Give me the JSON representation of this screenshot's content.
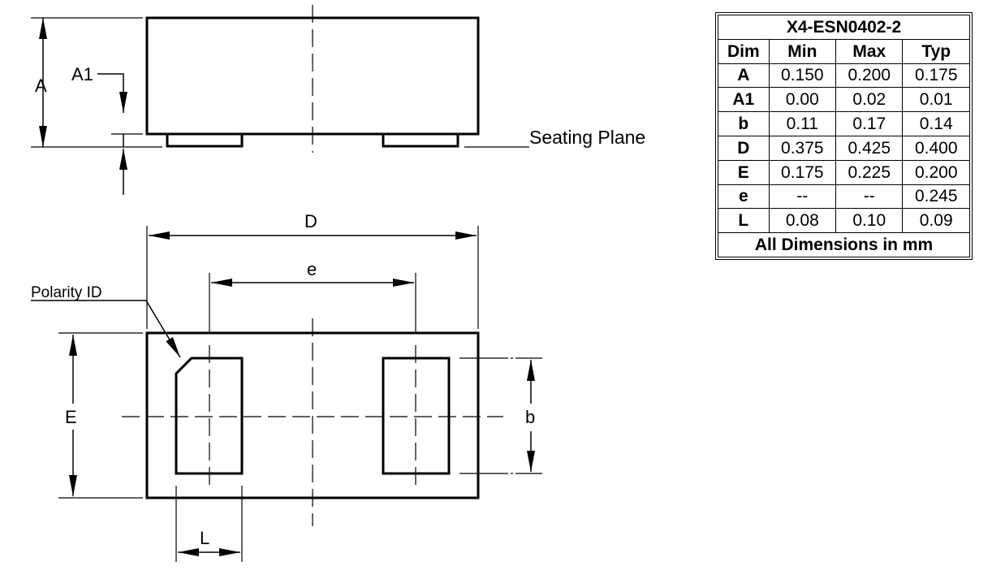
{
  "labels": {
    "A": "A",
    "A1": "A1",
    "seating_plane": "Seating Plane",
    "D": "D",
    "e": "e",
    "polarity_id": "Polarity ID",
    "E": "E",
    "b": "b",
    "L": "L"
  },
  "table": {
    "title": "X4-ESN0402-2",
    "headers": [
      "Dim",
      "Min",
      "Max",
      "Typ"
    ],
    "rows": [
      [
        "A",
        "0.150",
        "0.200",
        "0.175"
      ],
      [
        "A1",
        "0.00",
        "0.02",
        "0.01"
      ],
      [
        "b",
        "0.11",
        "0.17",
        "0.14"
      ],
      [
        "D",
        "0.375",
        "0.425",
        "0.400"
      ],
      [
        "E",
        "0.175",
        "0.225",
        "0.200"
      ],
      [
        "e",
        "--",
        "--",
        "0.245"
      ],
      [
        "L",
        "0.08",
        "0.10",
        "0.09"
      ]
    ],
    "footer": "All Dimensions in mm"
  }
}
